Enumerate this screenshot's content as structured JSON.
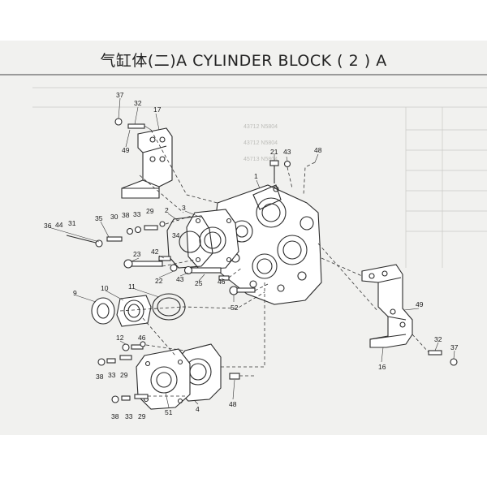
{
  "title": "气缸体(二)A  CYLINDER BLOCK ( 2 ) A",
  "callouts": [
    {
      "id": "c37a",
      "text": "37"
    },
    {
      "id": "c32a",
      "text": "32"
    },
    {
      "id": "c17",
      "text": "17"
    },
    {
      "id": "c49a",
      "text": "49"
    },
    {
      "id": "c21",
      "text": "21"
    },
    {
      "id": "c43a",
      "text": "43"
    },
    {
      "id": "c48a",
      "text": "48"
    },
    {
      "id": "c1",
      "text": "1"
    },
    {
      "id": "c3",
      "text": "3"
    },
    {
      "id": "c2",
      "text": "2"
    },
    {
      "id": "c29a",
      "text": "29"
    },
    {
      "id": "c33a",
      "text": "33"
    },
    {
      "id": "c38a",
      "text": "38"
    },
    {
      "id": "c30",
      "text": "30"
    },
    {
      "id": "c35",
      "text": "35"
    },
    {
      "id": "c31",
      "text": "31"
    },
    {
      "id": "c44",
      "text": "44"
    },
    {
      "id": "c36",
      "text": "36"
    },
    {
      "id": "c34",
      "text": "34"
    },
    {
      "id": "c42",
      "text": "42"
    },
    {
      "id": "c23",
      "text": "23"
    },
    {
      "id": "c22",
      "text": "22"
    },
    {
      "id": "c43b",
      "text": "43"
    },
    {
      "id": "c25",
      "text": "25"
    },
    {
      "id": "c46a",
      "text": "46"
    },
    {
      "id": "c52",
      "text": "52"
    },
    {
      "id": "c9",
      "text": "9"
    },
    {
      "id": "c10",
      "text": "10"
    },
    {
      "id": "c11",
      "text": "11"
    },
    {
      "id": "c12",
      "text": "12"
    },
    {
      "id": "c46b",
      "text": "46"
    },
    {
      "id": "c38b",
      "text": "38"
    },
    {
      "id": "c33b",
      "text": "33"
    },
    {
      "id": "c29b",
      "text": "29"
    },
    {
      "id": "c4",
      "text": "4"
    },
    {
      "id": "c48b",
      "text": "48"
    },
    {
      "id": "c38c",
      "text": "38"
    },
    {
      "id": "c33c",
      "text": "33"
    },
    {
      "id": "c29c",
      "text": "29"
    },
    {
      "id": "c51",
      "text": "51"
    },
    {
      "id": "c49b",
      "text": "49"
    },
    {
      "id": "c16",
      "text": "16"
    },
    {
      "id": "c32b",
      "text": "32"
    },
    {
      "id": "c37b",
      "text": "37"
    }
  ]
}
